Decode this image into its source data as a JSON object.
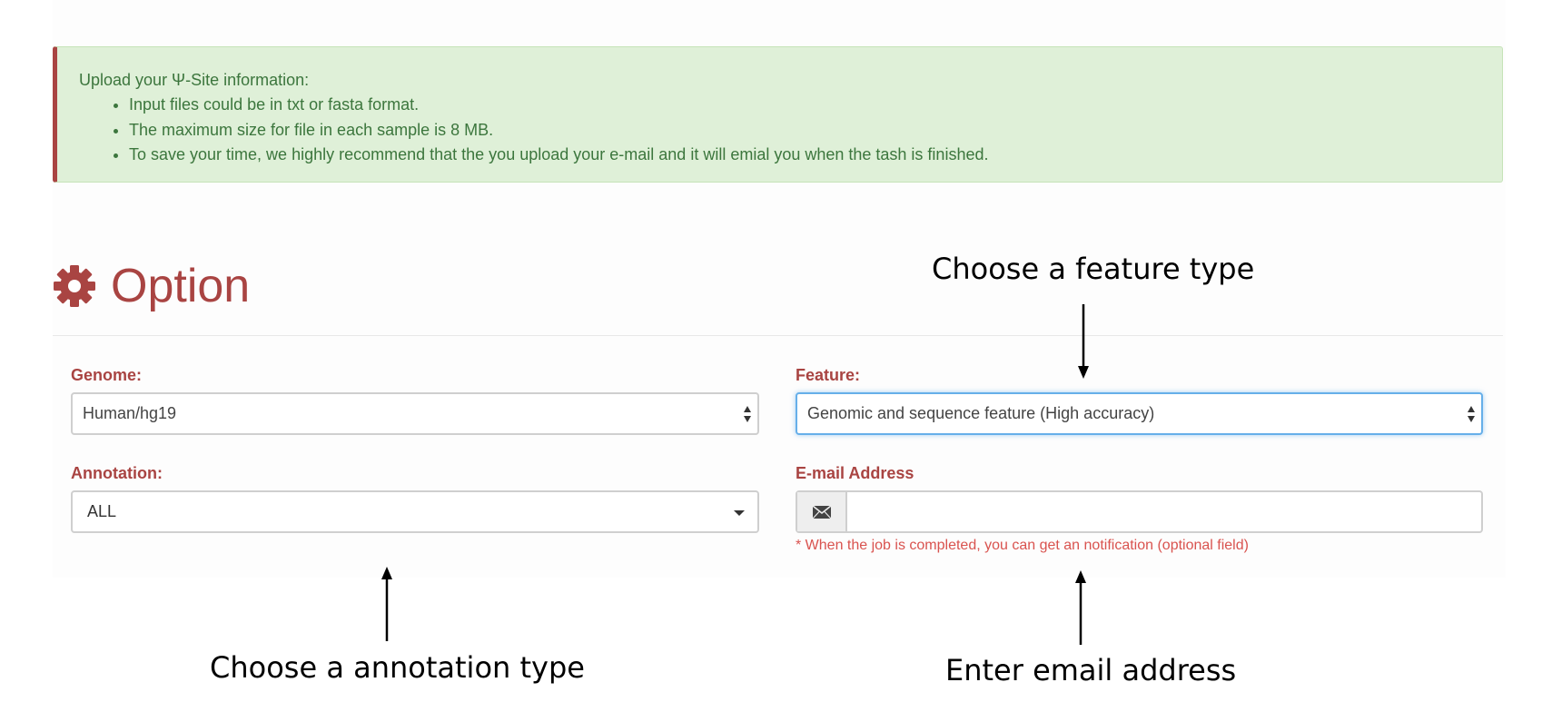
{
  "alert": {
    "title": "Upload your Ψ-Site information:",
    "items": [
      "Input files could be in txt or fasta format.",
      "The maximum size for file in each sample is 8 MB.",
      "To save your time, we highly recommend that the you upload your e-mail and it will emial you when the tash is finished."
    ]
  },
  "option": {
    "icon": "gear-icon",
    "title": "Option"
  },
  "form": {
    "genome": {
      "label": "Genome:",
      "value": "Human/hg19"
    },
    "feature": {
      "label": "Feature:",
      "value": "Genomic and sequence feature (High accuracy)"
    },
    "annotation": {
      "label": "Annotation:",
      "value": "ALL"
    },
    "email": {
      "label": "E-mail Address",
      "value": "",
      "icon": "envelope-icon",
      "help": "* When the job is completed, you can get an notification (optional field)"
    }
  },
  "annotations": {
    "feature": "Choose a feature type",
    "annotation": "Choose a annotation type",
    "email": "Enter email address"
  },
  "colors": {
    "brand_red": "#a94442",
    "alert_bg": "#dff0d8",
    "alert_text": "#3c763d",
    "help_text": "#d9534f",
    "focus_border": "#66afe9"
  }
}
